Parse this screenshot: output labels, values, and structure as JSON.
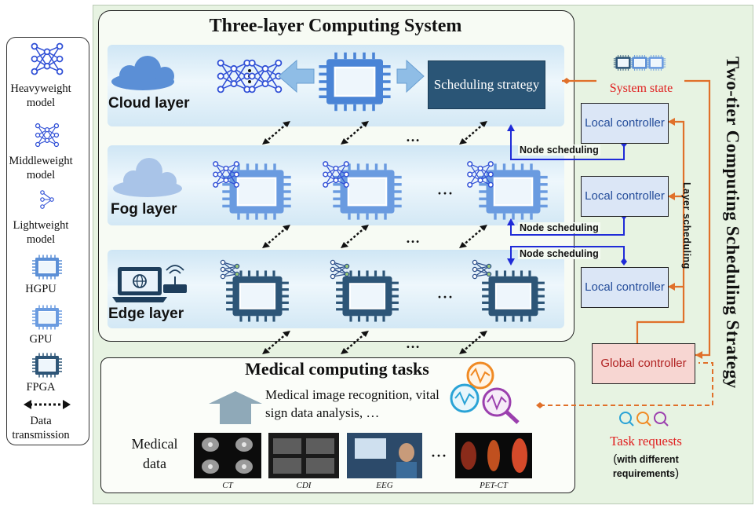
{
  "legend": {
    "heavyweight": "Heavyweight model",
    "middleweight": "Middleweight model",
    "lightweight": "Lightweight model",
    "hgpu": "HGPU",
    "gpu": "GPU",
    "fpga": "FPGA",
    "data_transmission": "Data transmission"
  },
  "system": {
    "title": "Three-layer Computing System",
    "cloud_layer": "Cloud layer",
    "fog_layer": "Fog layer",
    "edge_layer": "Edge layer",
    "scheduling_strategy": "Scheduling strategy",
    "ellipsis": "…",
    "ellipsis_dots": "···"
  },
  "tasks": {
    "title": "Medical computing tasks",
    "description": "Medical image recognition, vital sign data analysis, …",
    "medical_data": "Medical data",
    "captions": [
      "CT",
      "CDI",
      "EEG",
      "PET-CT"
    ],
    "ellipsis": "···"
  },
  "strategy": {
    "title": "Two-tier Computing Scheduling Strategy",
    "system_state": "System state",
    "local_controller": "Local controller",
    "global_controller": "Global controller",
    "node_scheduling": "Node scheduling",
    "layer_scheduling": "Layer scheduling",
    "task_requests": "Task requests",
    "task_requests_note_open": "(",
    "task_requests_note": "with different requirements",
    "task_requests_note_close": ")"
  },
  "colors": {
    "hgpu": "#3b63c9",
    "gpu": "#5b8fd6",
    "fpga": "#2d5577",
    "orange_link": "#e0702a",
    "blue_link": "#1f2bd8",
    "red_text": "#e02020"
  }
}
